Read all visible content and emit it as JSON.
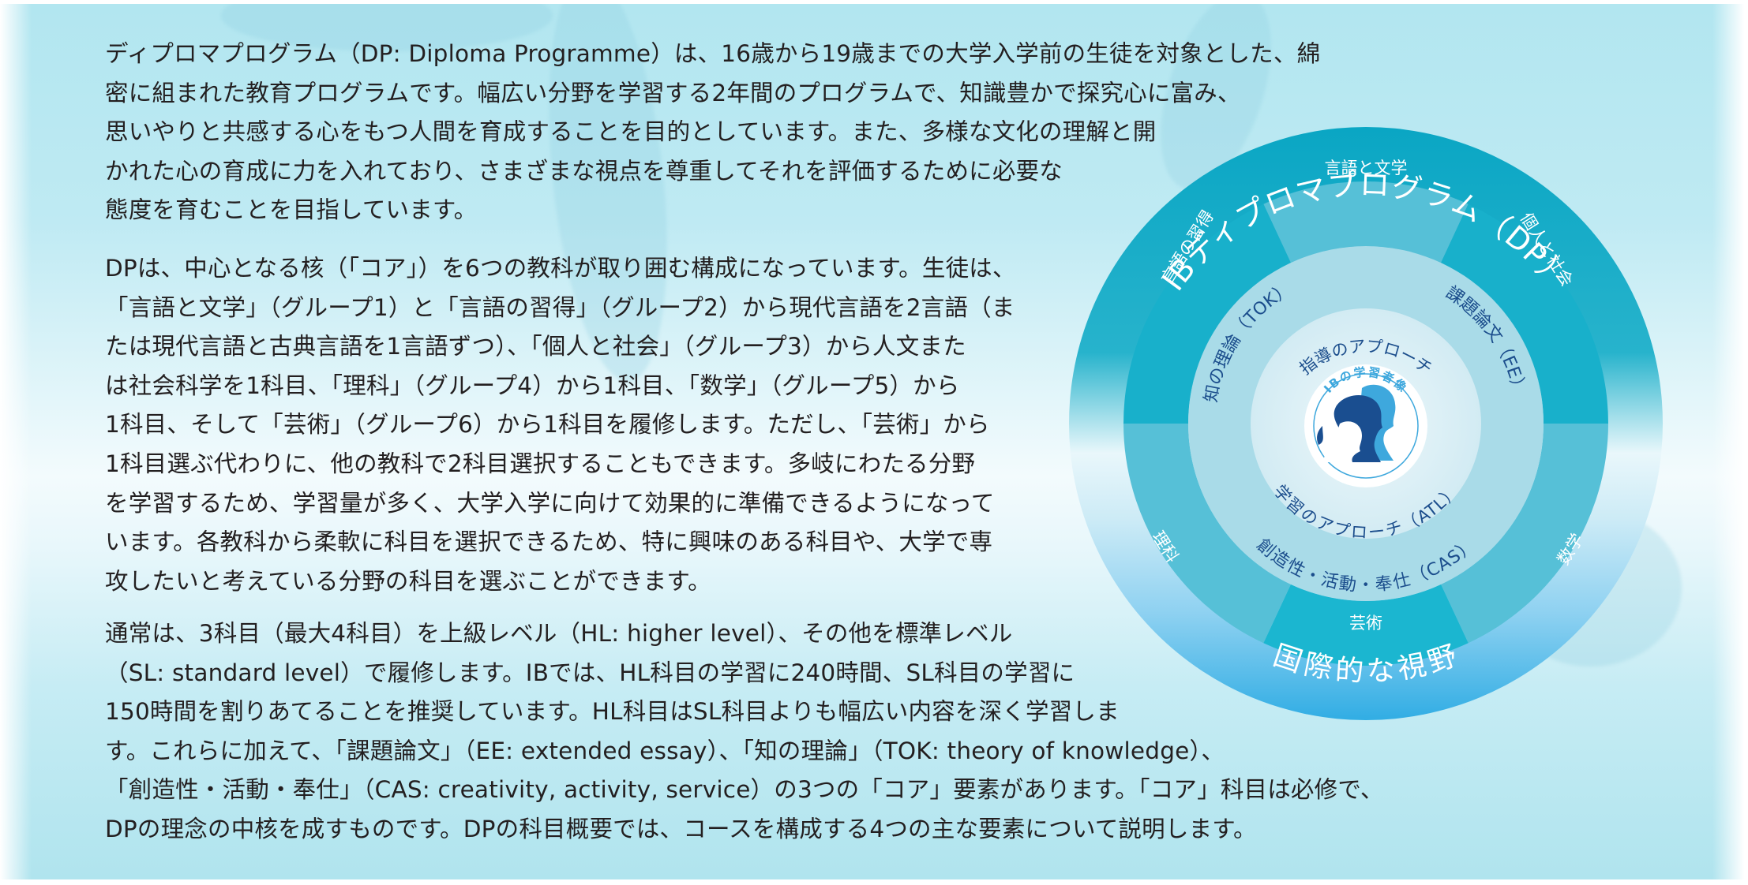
{
  "paragraphs": [
    {
      "id": "intro",
      "lines": [
        "ディプロマプログラム（DP: Diploma Programme）は、16歳から19歳までの大学入学前の生徒を対象とした、綿",
        "密に組まれた教育プログラムです。幅広い分野を学習する2年間のプログラムで、知識豊かで探究心に富み、",
        "思いやりと共感する心をもつ人間を育成することを目的としています。また、多様な文化の理解と開",
        "かれた心の育成に力を入れており、さまざまな視点を尊重してそれを評価するために必要な",
        "態度を育むことを目指しています。"
      ]
    },
    {
      "id": "structure",
      "lines": [
        "DPは、中心となる核（「コア」）を6つの教科が取り囲む構成になっています。生徒は、",
        "「言語と文学」（グループ1）と「言語の習得」（グループ2）から現代言語を2言語（ま",
        "たは現代言語と古典言語を1言語ずつ）、「個人と社会」（グループ3）から人文また",
        "は社会科学を1科目、「理科」（グループ4）から1科目、「数学」（グループ5）から",
        "1科目、そして「芸術」（グループ6）から1科目を履修します。ただし、「芸術」から",
        "1科目選ぶ代わりに、他の教科で2科目選択することもできます。多岐にわたる分野",
        "を学習するため、学習量が多く、大学入学に向けて効果的に準備できるようになって",
        "います。各教科から柔軟に科目を選択できるため、特に興味のある科目や、大学で専",
        "攻したいと考えている分野の科目を選ぶことができます。"
      ]
    },
    {
      "id": "levels",
      "lines": [
        "通常は、3科目（最大4科目）を上級レベル（HL: higher level）、その他を標準レベル",
        "（SL: standard level）で履修します。IBでは、HL科目の学習に240時間、SL科目の学習に",
        "150時間を割りあてることを推奨しています。HL科目はSL科目よりも幅広い内容を深く学習しま",
        "す。これらに加えて、「課題論文」（EE: extended essay）、「知の理論」（TOK: theory of knowledge）、",
        "「創造性・活動・奉仕」（CAS: creativity, activity, service）の3つの「コア」要素があります。「コア」科目は必修で、",
        "DPの理念の中核を成すものです。DPの科目概要では、コースを構成する4つの主な要素について説明します。"
      ]
    }
  ],
  "diagram": {
    "outer_ring_title": "IBディプロマプログラム（DP）",
    "outer_ring_bottom": "国際的な視野",
    "subject_groups": [
      {
        "label": "言語と文学"
      },
      {
        "label": "言語の習得"
      },
      {
        "label": "個人と社会"
      },
      {
        "label": "理科"
      },
      {
        "label": "数学"
      },
      {
        "label": "芸術"
      }
    ],
    "core": {
      "tok": "知の理論（TOK）",
      "ee": "課題論文（EE）",
      "cas": "創造性・活動・奉仕（CAS）"
    },
    "approaches": {
      "teaching": "指導のアプローチ",
      "learning": "学習のアプローチ（ATL）"
    },
    "emblem": {
      "label": "IBの学習者像",
      "icon": "learner-profile-silhouettes-icon"
    },
    "colors": {
      "outer_ring_top": "#12a9c6",
      "outer_ring_bottom": "#3ab3e6",
      "subject_dark": "#17b1cb",
      "subject_light": "#56c0d7",
      "core_ring": "#a9dbe8",
      "inner_disk": "#d8eef5",
      "navy_text": "#1b4d8c",
      "silhouette_dark": "#1a4e90",
      "silhouette_light": "#3ea8dd"
    }
  }
}
